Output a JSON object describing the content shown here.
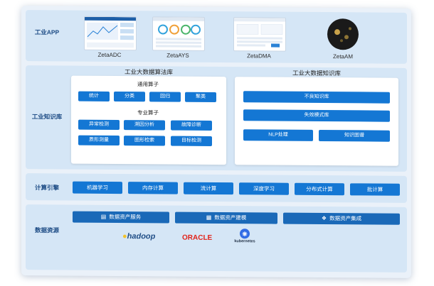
{
  "layers": {
    "app": {
      "label": "工业APP"
    },
    "knowledge": {
      "label": "工业知识库"
    },
    "compute": {
      "label": "计算引擎"
    },
    "data": {
      "label": "数据资源"
    }
  },
  "apps": [
    {
      "name": "ZetaADC"
    },
    {
      "name": "ZetaAYS"
    },
    {
      "name": "ZetaDMA"
    },
    {
      "name": "ZetaAM"
    }
  ],
  "algorithms": {
    "title": "工业大数据算法库",
    "general_title": "通用算子",
    "general": [
      "统计",
      "分类",
      "回归",
      "聚类"
    ],
    "special_title": "专业算子",
    "special": [
      "异常检测",
      "溯因分析",
      "故障诊断",
      "质形测量",
      "图形检索",
      "目标检测"
    ]
  },
  "knowledge_base": {
    "title": "工业大数据知识库",
    "items": [
      "不良知识库",
      "失效模式库",
      "NLP处理",
      "知识图谱"
    ]
  },
  "engines": [
    "机器学习",
    "内存计算",
    "流计算",
    "深度学习",
    "分布式计算",
    "批计算"
  ],
  "resources": [
    {
      "label": "数据资产服务",
      "icon": "document-icon"
    },
    {
      "label": "数据资产建模",
      "icon": "model-icon"
    },
    {
      "label": "数据资产集成",
      "icon": "cubes-icon"
    }
  ],
  "logos": {
    "hadoop": "hadoop",
    "oracle": "ORACLE",
    "kubernetes": "kubernetes"
  },
  "colors": {
    "primary": "#1477d4",
    "dark": "#1a69b8",
    "layer_bg": "#d5e6f6",
    "label": "#1f4d86"
  }
}
